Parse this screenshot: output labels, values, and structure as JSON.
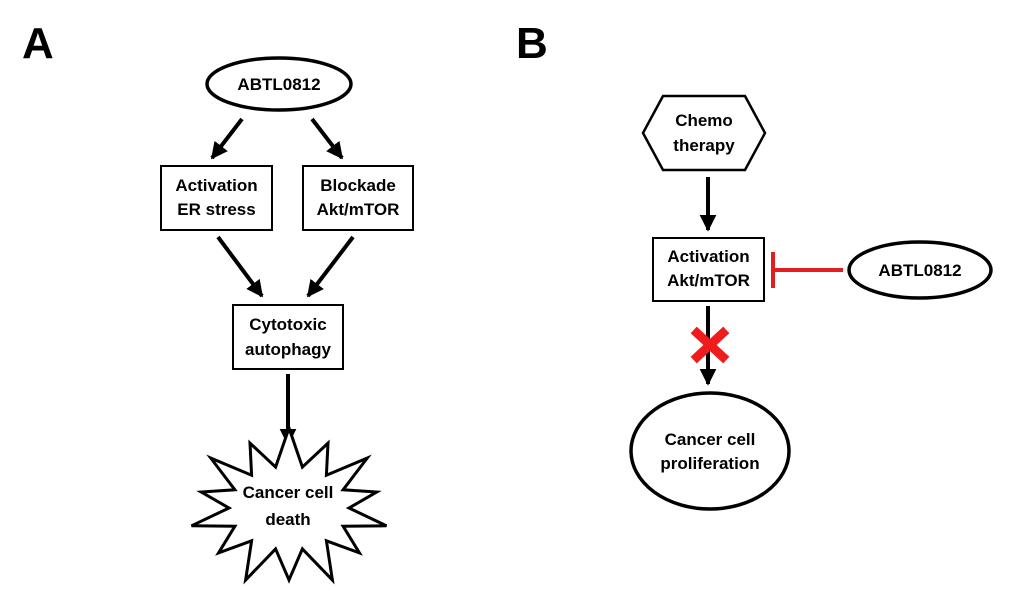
{
  "panels": {
    "a": {
      "label": "A",
      "abtl": "ABTL0812",
      "er_line1": "Activation",
      "er_line2": "ER stress",
      "akt_line1": "Blockade",
      "akt_line2": "Akt/mTOR",
      "auto_line1": "Cytotoxic",
      "auto_line2": "autophagy",
      "death_line1": "Cancer cell",
      "death_line2": "death"
    },
    "b": {
      "label": "B",
      "chemo_line1": "Chemo",
      "chemo_line2": "therapy",
      "akt_line1": "Activation",
      "akt_line2": "Akt/mTOR",
      "abtl": "ABTL0812",
      "prolif_line1": "Cancer cell",
      "prolif_line2": "proliferation"
    }
  },
  "colors": {
    "inhibition": "#e41e1e",
    "block_mark": "#ee1c1c",
    "stroke": "#000000"
  },
  "icons": {
    "block_mark": "red-x-icon"
  }
}
